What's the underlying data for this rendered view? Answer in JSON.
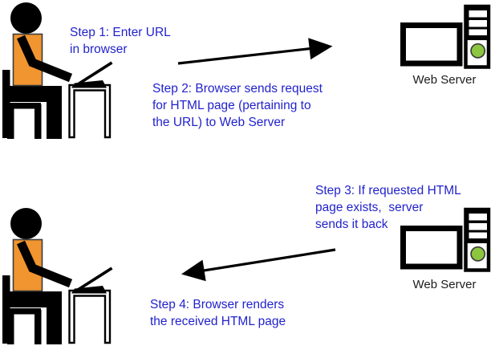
{
  "colors": {
    "step_text": "#2222cd",
    "label_text": "#1c1c1c",
    "shirt": "#f0952f",
    "led": "#8cc63f",
    "ink": "#000000",
    "background": "#ffffff"
  },
  "steps": {
    "step1": "Step 1: Enter URL\nin browser",
    "step2": "Step 2: Browser sends request\nfor HTML page (pertaining to\nthe URL) to Web Server",
    "step3": "Step 3: If requested HTML\npage exists,  server\nsends it back",
    "step4": "Step 4: Browser renders\nthe received HTML page"
  },
  "servers": {
    "top": {
      "label": "Web Server"
    },
    "bottom": {
      "label": "Web Server"
    }
  },
  "icons": {
    "top_left": "person-at-computer-icon",
    "top_right": "web-server-icon",
    "top_arrow": "arrow-right-icon",
    "bottom_left": "person-at-computer-icon",
    "bottom_right": "web-server-icon",
    "bottom_arrow": "arrow-left-icon"
  }
}
